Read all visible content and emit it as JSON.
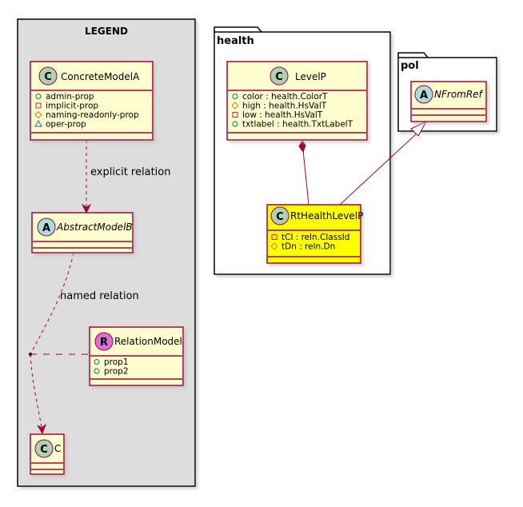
{
  "legend": {
    "title": "LEGEND",
    "concrete_model": {
      "stereotype": "C",
      "name": "ConcreteModelA",
      "fields": [
        {
          "vis": "+",
          "text": "admin-prop"
        },
        {
          "vis": "-",
          "text": "implicit-prop"
        },
        {
          "vis": "#",
          "text": "naming-readonly-prop"
        },
        {
          "vis": "~",
          "text": "oper-prop"
        }
      ]
    },
    "abstract_model": {
      "stereotype": "A",
      "name": "AbstractModelB"
    },
    "relation_model": {
      "stereotype": "R",
      "name": "RelationModel",
      "fields": [
        {
          "vis": "+",
          "text": "prop1"
        },
        {
          "vis": "+",
          "text": "prop2"
        }
      ]
    },
    "c_class": {
      "stereotype": "C",
      "name": "C"
    },
    "explicit_relation_label": "explicit relation",
    "named_relation_label": "named relation"
  },
  "health_package": {
    "name": "health",
    "level_class": {
      "stereotype": "C",
      "name": "LevelP",
      "fields": [
        {
          "vis": "+",
          "text": "color : health.ColorT"
        },
        {
          "vis": "#",
          "text": "high : health.HsValT"
        },
        {
          "vis": "-",
          "text": "low : health.HsValT"
        },
        {
          "vis": "+",
          "text": "txtlabel : health.TxtLabelT"
        }
      ]
    },
    "rt_class": {
      "stereotype": "C",
      "name": "RtHealthLevelP",
      "fields": [
        {
          "vis": "-",
          "text": "tCl : reln.ClassId"
        },
        {
          "vis": "#",
          "text": "tDn : reln.Dn"
        }
      ]
    }
  },
  "pol_package": {
    "name": "pol",
    "nfrom_class": {
      "stereotype": "A",
      "name": "NFromRef"
    }
  },
  "colors": {
    "class_fill": "#FEFECE",
    "class_border": "#A80036",
    "highlight_fill": "#FFFF00",
    "legend_bg": "#DDDDDD",
    "badge_c": "#ADD1B2",
    "badge_a": "#A9DCDF",
    "badge_r": "#DA70D6",
    "edge": "#A80036"
  }
}
